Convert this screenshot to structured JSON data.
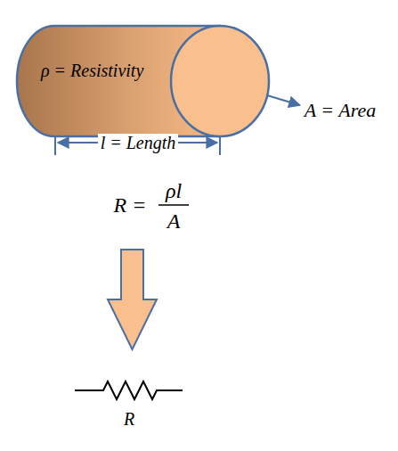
{
  "diagram": {
    "nodes": [
      {
        "text": [
          "ρ = Resistivity"
        ]
      }
    ],
    "labels": [
      "A = Area",
      "l = Length",
      "R =",
      "ρl",
      "A",
      "R"
    ]
  }
}
